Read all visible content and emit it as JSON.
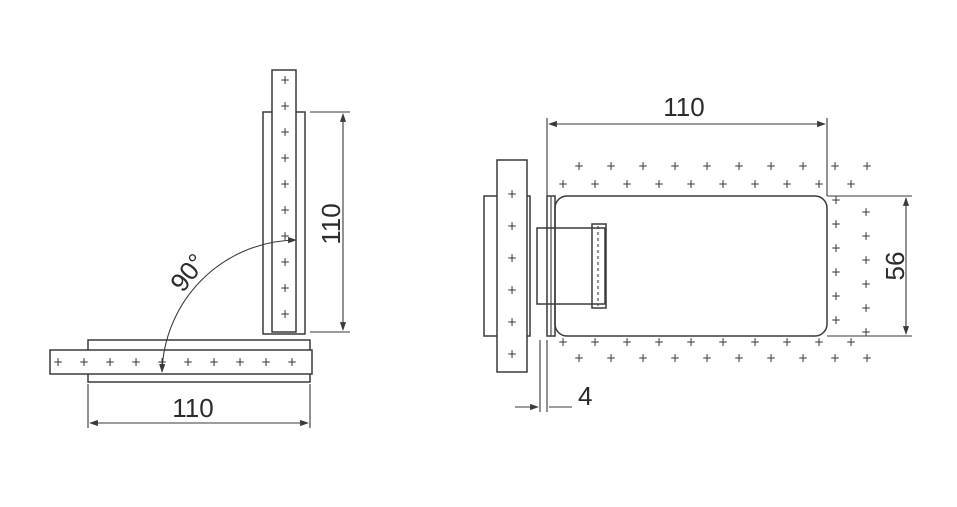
{
  "left_view": {
    "angle_label": "90°",
    "width_label": "110",
    "height_label": "110"
  },
  "right_view": {
    "length_label": "110",
    "height_label": "56",
    "gap_label": "4"
  },
  "colors": {
    "line": "#3a3a3a",
    "text": "#2b2b2b",
    "background": "#ffffff"
  }
}
